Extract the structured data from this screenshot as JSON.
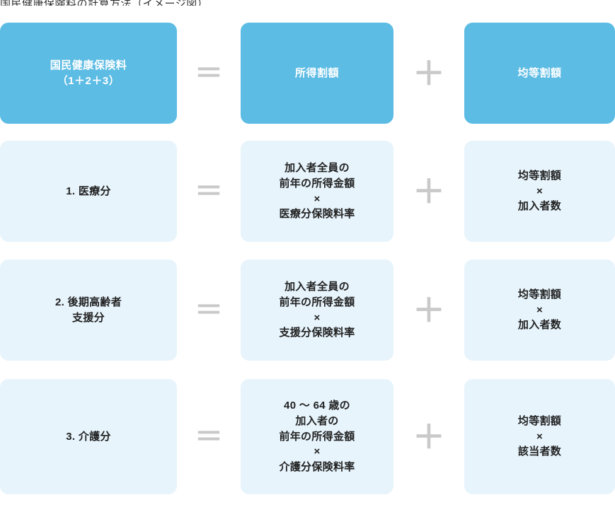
{
  "caption": "国民健康保険料の計算方法（イメージ図）",
  "operators": {
    "equals": "＝",
    "plus": "＋"
  },
  "rows": [
    {
      "id": "header",
      "label": "国民健康保険料\n（1＋2＋3）",
      "income": "所得割額",
      "percapita": "均等割額"
    },
    {
      "id": "medical",
      "label": "1. 医療分",
      "income": "加入者全員の\n前年の所得金額\n×\n医療分保険料率",
      "percapita": "均等割額\n×\n加入者数"
    },
    {
      "id": "elderly-support",
      "label": "2. 後期高齢者\n支援分",
      "income": "加入者全員の\n前年の所得金額\n×\n支援分保険料率",
      "percapita": "均等割額\n×\n加入者数"
    },
    {
      "id": "nursing-care",
      "label": "3. 介護分",
      "income": "40 〜 64 歳の\n加入者の\n前年の所得金額\n×\n介護分保険料率",
      "percapita": "均等割額\n×\n該当者数"
    }
  ],
  "colors": {
    "header_fill": "#5cbce4",
    "body_fill": "#e7f4fc",
    "operator": "#c9c9c9",
    "header_text": "#ffffff",
    "body_text": "#222222"
  }
}
